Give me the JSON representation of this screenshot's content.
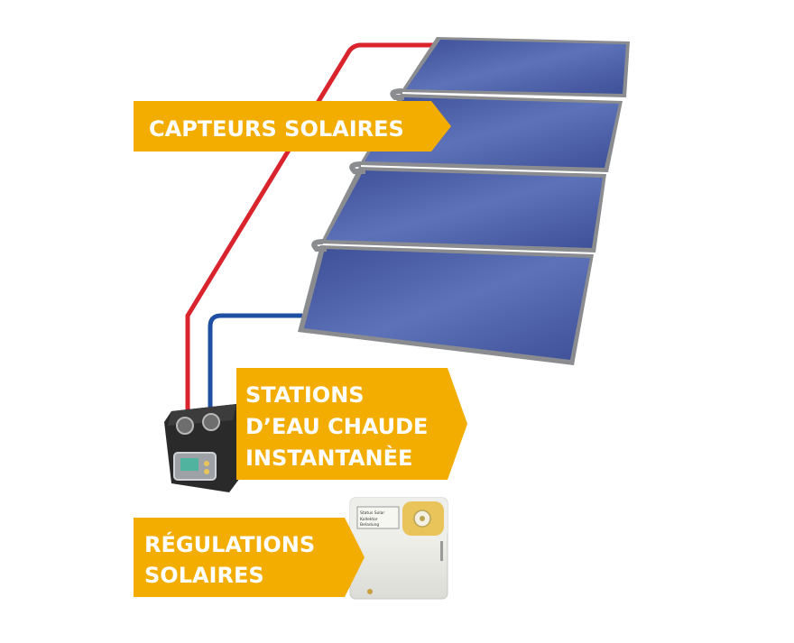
{
  "labels": {
    "capteurs": {
      "line1": "CAPTEURS SOLAIRES"
    },
    "stations": {
      "line1": "STATIONS",
      "line2": "D’EAU CHAUDE",
      "line3": "INSTANTANÈE"
    },
    "regulations": {
      "line1": "RÉGULATIONS",
      "line2": "SOLAIRES"
    }
  },
  "colors": {
    "label_bg": "#f2ad00",
    "panel_fill": "#4a5fa8",
    "panel_frame": "#8a8c90",
    "pipe_hot": "#d9232d",
    "pipe_cold": "#1f4fa3",
    "station_body": "#2a2a2a",
    "controller_accent": "#e8c45a"
  },
  "icons": {
    "panels": "solar-collector-panels",
    "station": "hot-water-station-unit",
    "controller": "solar-controller-device"
  }
}
